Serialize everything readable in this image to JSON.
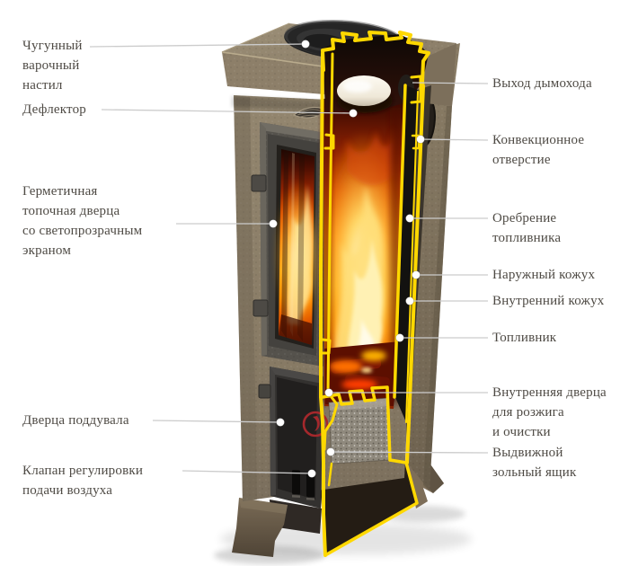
{
  "diagram": {
    "subject": "wood-stove-cutaway",
    "background": "#ffffff"
  },
  "palette": {
    "cut_highlight": "#ffd800",
    "body_brown": "#8d7f69",
    "cap_brown": "#93866e",
    "side_brown": "#7c6f5b",
    "fire_orange": "#ff8a00",
    "fire_core": "#fff3c4",
    "door_gray": "#55524c",
    "ash_door_dark": "#262524",
    "ash_gray": "#8f897d",
    "emblem_red": "#a5282c",
    "deflector_white": "#f7f3e8",
    "label_text": "#4e4a44",
    "leader_line": "#cccccc",
    "callout_dot": "#ffffff"
  },
  "labels": {
    "left": [
      {
        "text": "Чугунный\nварочный\nнастил"
      },
      {
        "text": "Дефлектор"
      },
      {
        "text": "Герметичная\nтопочная дверца\nсо светопрозрачным\nэкраном"
      },
      {
        "text": "Дверца поддувала"
      },
      {
        "text": "Клапан регулировки\nподачи воздуха"
      }
    ],
    "right": [
      {
        "text": "Выход дымохода"
      },
      {
        "text": "Конвекционное\nотверстие"
      },
      {
        "text": "Оребрение\nтопливника"
      },
      {
        "text": "Наружный кожух"
      },
      {
        "text": "Внутренний кожух"
      },
      {
        "text": "Топливник"
      },
      {
        "text": "Внутренняя дверца\nдля розжига\nи очистки"
      },
      {
        "text": "Выдвижной\nзольный ящик"
      }
    ]
  }
}
